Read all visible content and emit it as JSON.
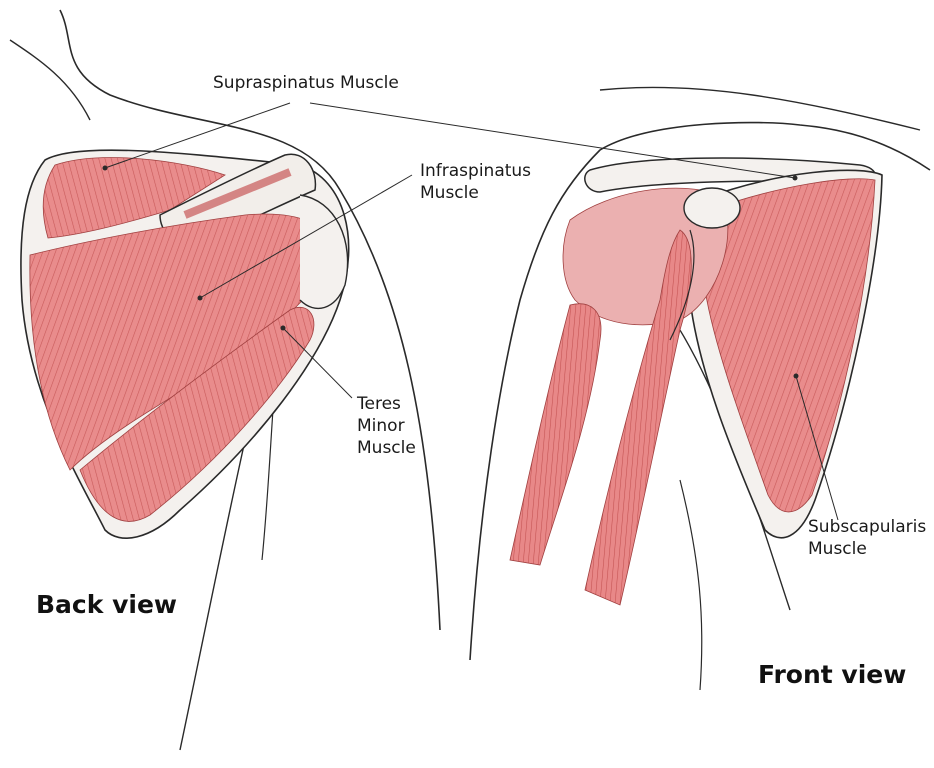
{
  "labels": {
    "supraspinatus": "Supraspinatus Muscle",
    "infraspinatus": "Infraspinatus\nMuscle",
    "teres_minor": "Teres\nMinor\nMuscle",
    "subscapularis": "Subscapularis\nMuscle"
  },
  "views": {
    "back": "Back view",
    "front": "Front view"
  },
  "colors": {
    "muscle": "#e88a8a",
    "muscle_dark": "#c95656",
    "bone": "#f4f1ee",
    "outline": "#2a2a2a"
  }
}
